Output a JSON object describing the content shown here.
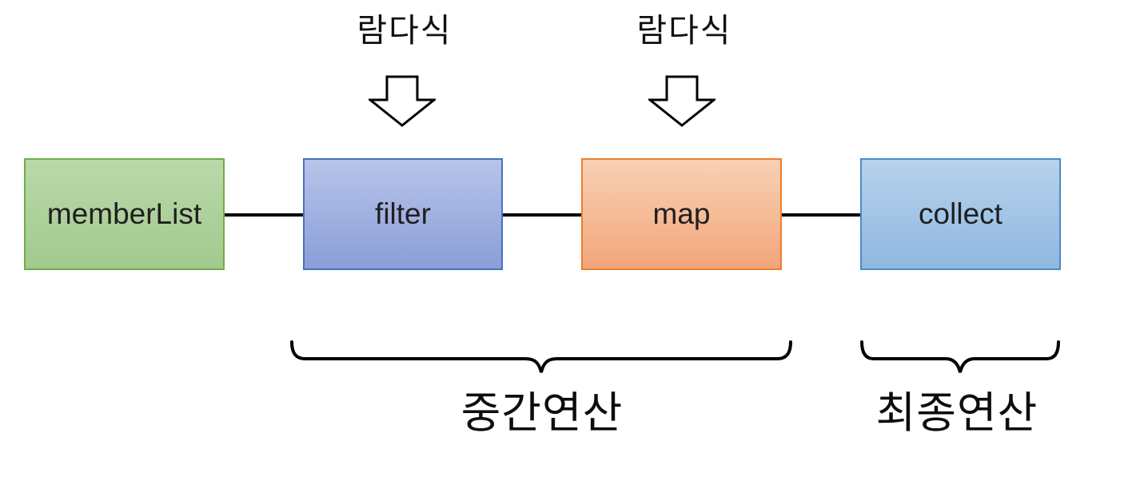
{
  "annotations": {
    "lambda_label_1": "람다식",
    "lambda_label_2": "람다식"
  },
  "nodes": [
    {
      "label": "memberList",
      "fill_top": "#bad9a9",
      "fill_bottom": "#a2c98f",
      "border": "#70ad47"
    },
    {
      "label": "filter",
      "fill_top": "#b7c3e9",
      "fill_bottom": "#8b9ed8",
      "border": "#4472c4"
    },
    {
      "label": "map",
      "fill_top": "#f9d0b5",
      "fill_bottom": "#f1a67a",
      "border": "#ed7d31"
    },
    {
      "label": "collect",
      "fill_top": "#b7d2ec",
      "fill_bottom": "#8fb8e0",
      "border": "#4e8ac8"
    }
  ],
  "groups": [
    {
      "label": "중간연산",
      "members": [
        "filter",
        "map"
      ]
    },
    {
      "label": "최종연산",
      "members": [
        "collect"
      ]
    }
  ],
  "colors": {
    "background": "#ffffff",
    "line": "#000000",
    "text": "#111111"
  }
}
